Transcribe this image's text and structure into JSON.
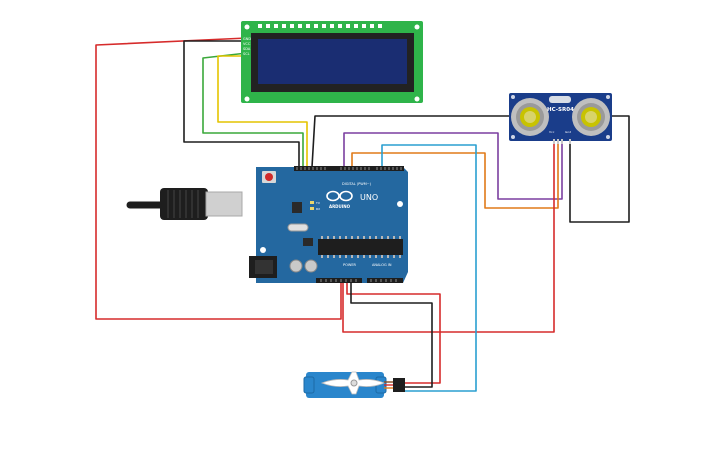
{
  "board": {
    "logo_text": "ARDUINO",
    "model_text": "UNO",
    "digital_header": "DIGITAL (PWM~)",
    "power_header": "POWER",
    "analog_header": "ANALOG IN",
    "led_tx": "TX",
    "led_rx": "RX"
  },
  "sensor": {
    "label": "HC-SR04",
    "pin_left": "Vcc",
    "pin_right": "Gnd"
  },
  "lcd": {
    "pin_labels": [
      "GND",
      "VCC",
      "SDA",
      "SCL"
    ]
  },
  "colors": {
    "board_blue": "#2468a0",
    "lcd_green": "#2fb44a",
    "lcd_screen": "#1a2d72",
    "servo_blue": "#2a86cc",
    "wire_red": "#d62b2b",
    "wire_black": "#1e1e1e",
    "wire_green": "#3aa83a",
    "wire_yellow": "#e4c400",
    "wire_purple": "#7b3fa0",
    "wire_orange": "#e07a18",
    "wire_cyan": "#2a9fd0"
  }
}
